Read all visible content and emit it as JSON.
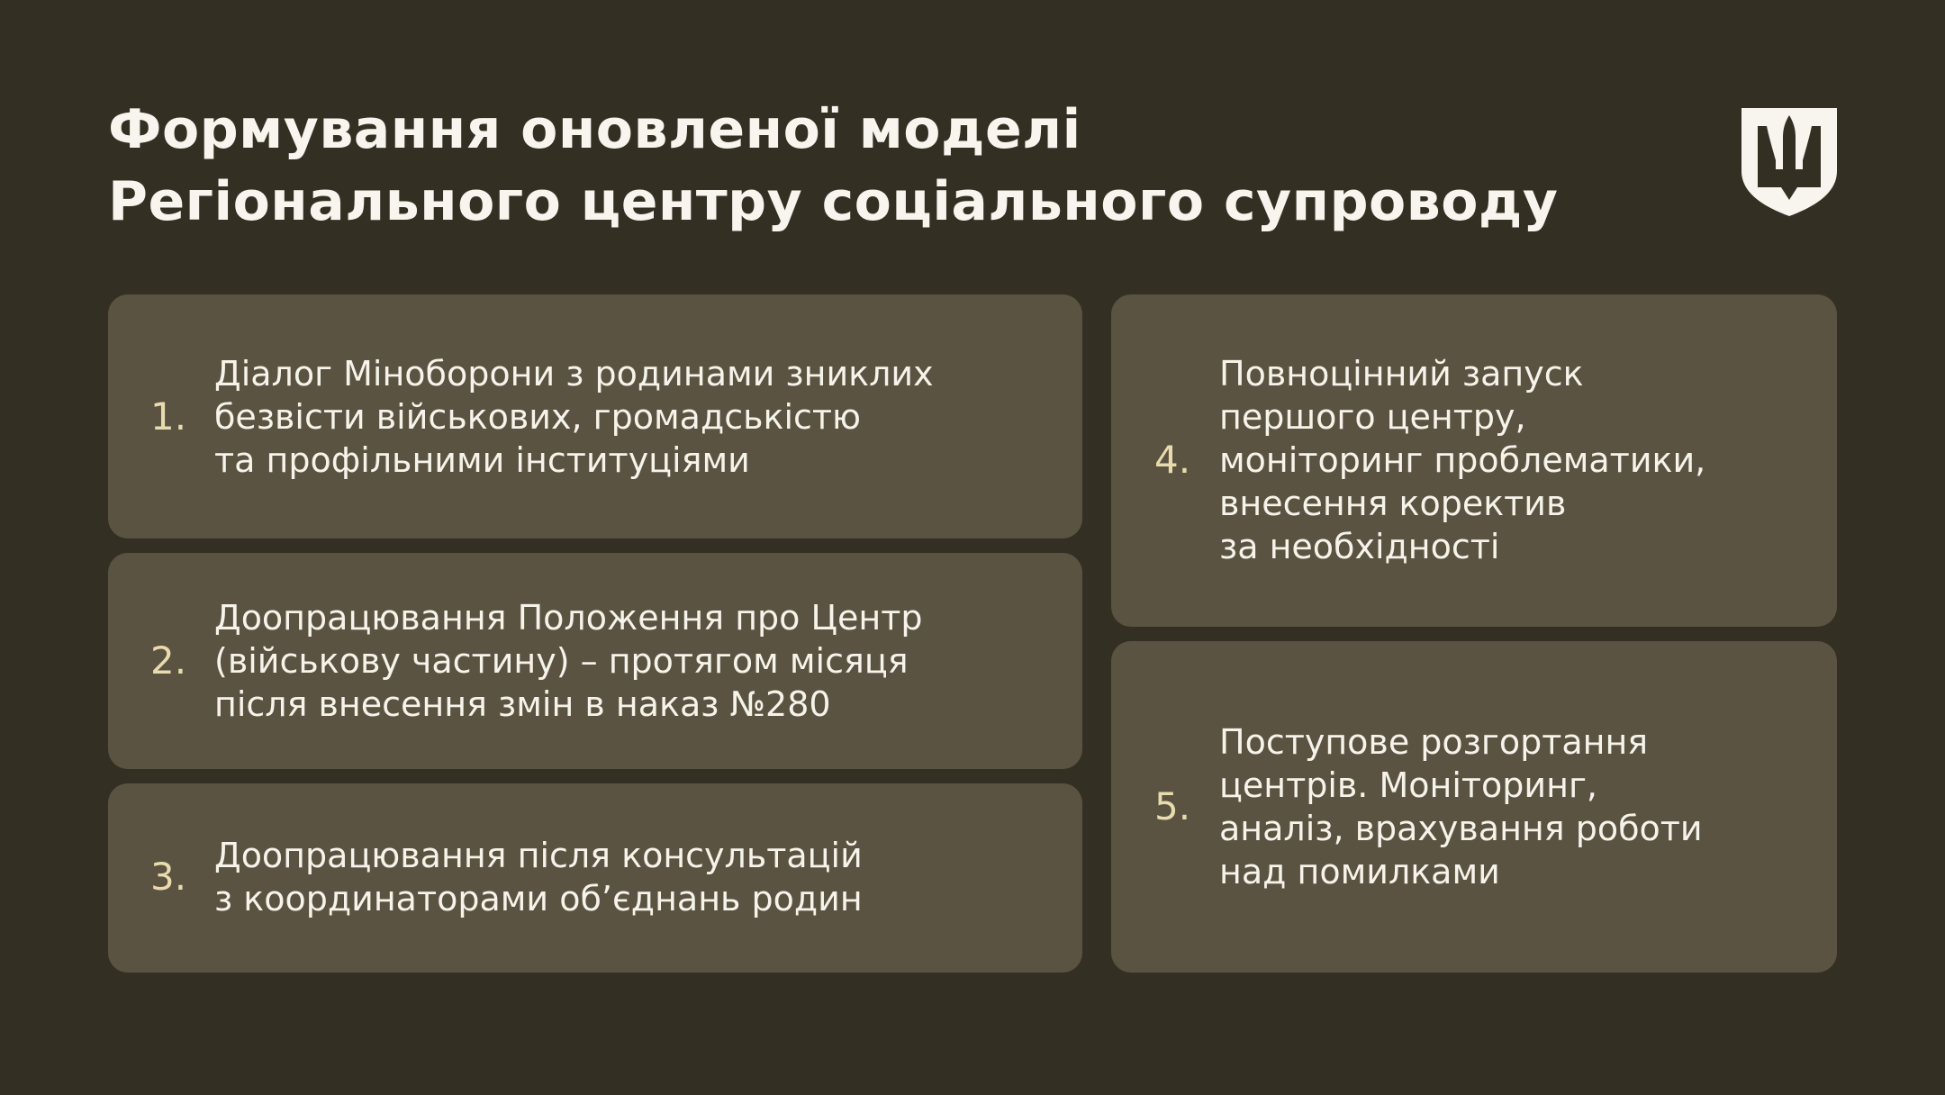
{
  "colors": {
    "background": "#333023",
    "card": "#5a5341",
    "number": "#e8dbad",
    "text": "#f6f3ea",
    "title": "#f7f5ee"
  },
  "header": {
    "title_lines": [
      "Формування оновленої моделі",
      "Регіонального центру соціального супроводу"
    ],
    "logo_icon": "trident-shield-icon"
  },
  "steps": [
    {
      "number": "1.",
      "lines": [
        "Діалог Міноборони з родинами зниклих",
        "безвісти військових, громадськістю",
        "та профільними інституціями"
      ]
    },
    {
      "number": "2.",
      "lines": [
        "Доопрацювання Положення про Центр",
        "(військову частину) – протягом місяця",
        "після внесення змін в наказ №280"
      ]
    },
    {
      "number": "3.",
      "lines": [
        "Доопрацювання після консультацій",
        "з координаторами об’єднань родин"
      ]
    },
    {
      "number": "4.",
      "lines": [
        "Повноцінний запуск",
        "першого центру,",
        "моніторинг проблематики,",
        "внесення коректив",
        "за необхідності"
      ]
    },
    {
      "number": "5.",
      "lines": [
        "Поступове розгортання",
        "центрів. Моніторинг,",
        "аналіз, врахування роботи",
        "над помилками"
      ]
    }
  ]
}
